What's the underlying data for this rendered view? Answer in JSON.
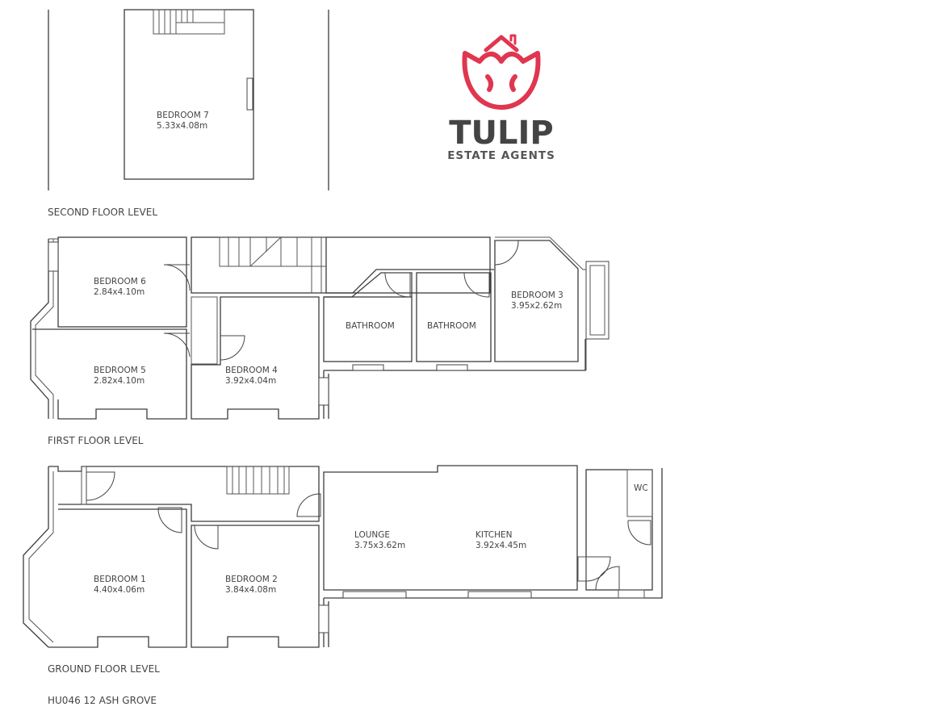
{
  "brand": {
    "name": "TULIP",
    "subtitle": "ESTATE AGENTS",
    "color": "#e0364f"
  },
  "floors": [
    {
      "label": "SECOND FLOOR LEVEL",
      "rooms": [
        {
          "name": "BEDROOM 7",
          "size": "5.33x4.08m"
        }
      ]
    },
    {
      "label": "FIRST FLOOR LEVEL",
      "rooms": [
        {
          "name": "BEDROOM 6",
          "size": "2.84x4.10m"
        },
        {
          "name": "BEDROOM 5",
          "size": "2.82x4.10m"
        },
        {
          "name": "BEDROOM 4",
          "size": "3.92x4.04m"
        },
        {
          "name": "BATHROOM",
          "size": ""
        },
        {
          "name": "BATHROOM",
          "size": ""
        },
        {
          "name": "BEDROOM 3",
          "size": "3.95x2.62m"
        }
      ]
    },
    {
      "label": "GROUND FLOOR LEVEL",
      "rooms": [
        {
          "name": "BEDROOM 1",
          "size": "4.40x4.06m"
        },
        {
          "name": "BEDROOM 2",
          "size": "3.84x4.08m"
        },
        {
          "name": "LOUNGE",
          "size": "3.75x3.62m"
        },
        {
          "name": "KITCHEN",
          "size": "3.92x4.45m"
        },
        {
          "name": "WC",
          "size": ""
        }
      ]
    }
  ],
  "property_ref": "HU046 12 ASH GROVE"
}
